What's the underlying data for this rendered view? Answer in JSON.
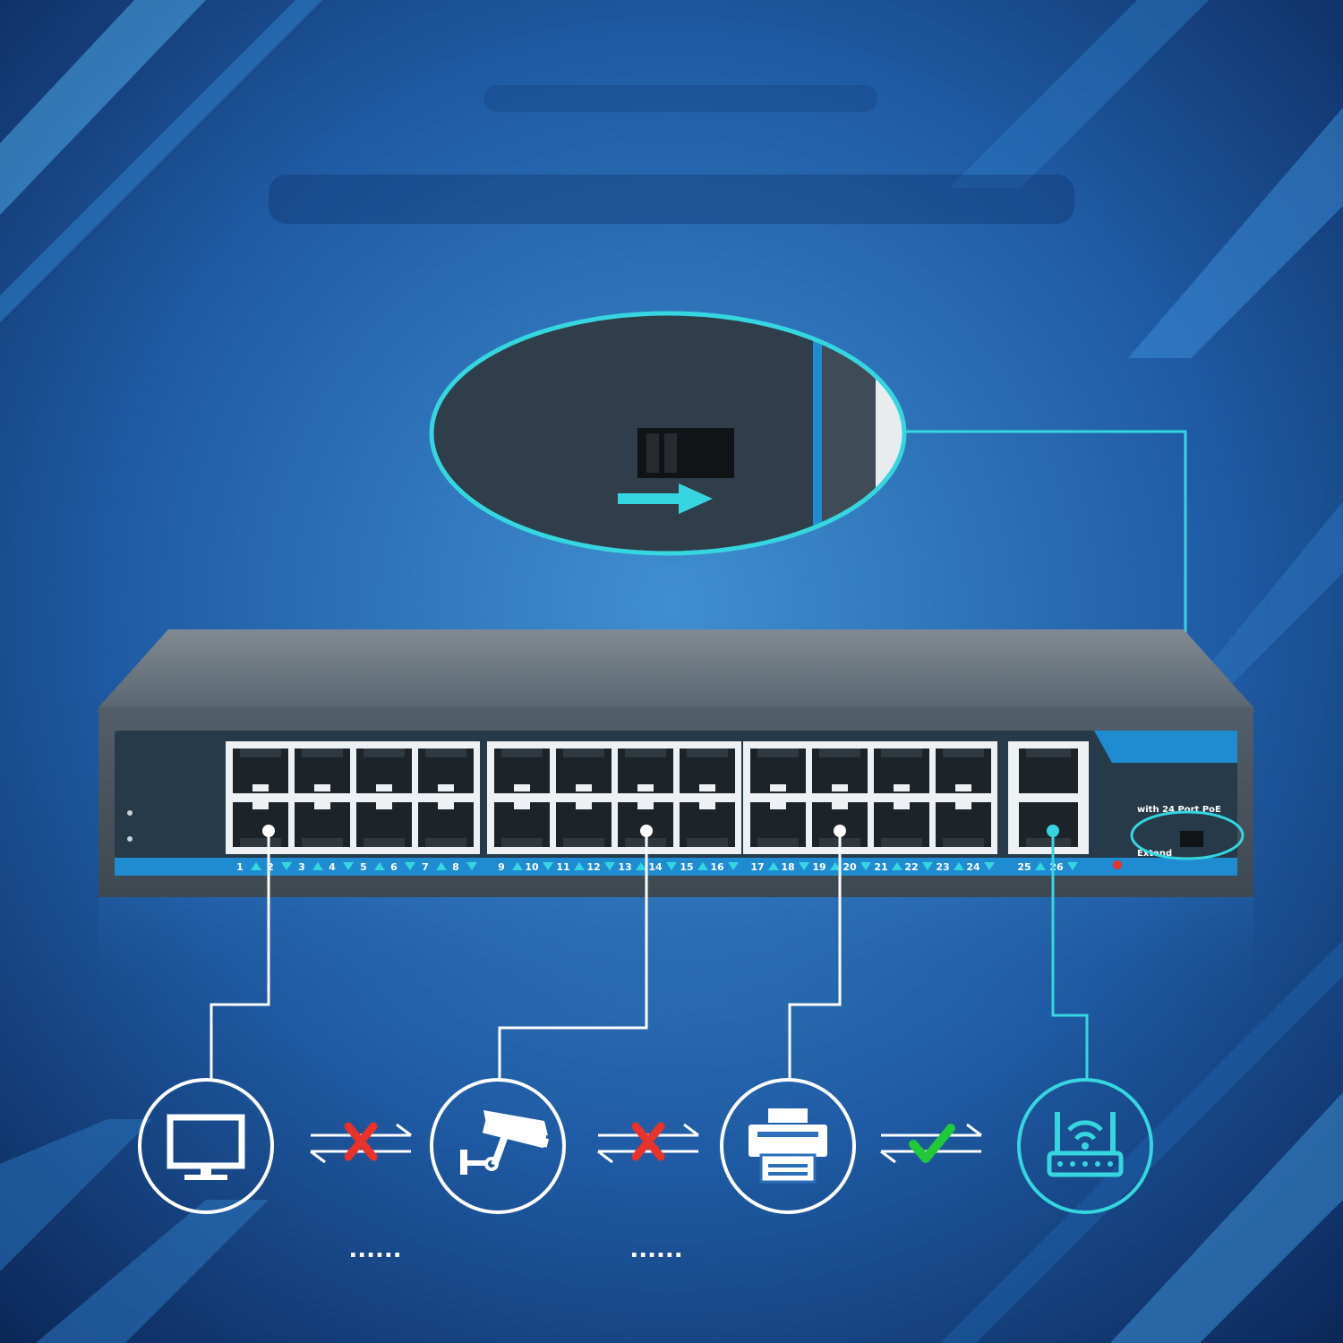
{
  "colors": {
    "bg_center": "#3c86c6",
    "bg_edge": "#0d2a5c",
    "accent": "#36d6e0",
    "switch_body": "#5a6670",
    "port_panel": "#1f8bd0",
    "cross": "#e8322a",
    "check": "#21c93a",
    "white": "#ffffff"
  },
  "switch": {
    "brand_text": "with 24 Port PoE",
    "mode_label": "Extend",
    "port_labels": [
      "1",
      "2",
      "3",
      "4",
      "5",
      "6",
      "7",
      "8",
      "9",
      "10",
      "11",
      "12",
      "13",
      "14",
      "15",
      "16",
      "17",
      "18",
      "19",
      "20",
      "21",
      "22",
      "23",
      "24",
      "25",
      "26"
    ]
  },
  "devices": [
    {
      "name": "monitor-icon",
      "link": "blocked"
    },
    {
      "name": "camera-icon",
      "link": "blocked"
    },
    {
      "name": "printer-icon",
      "link": "allowed"
    },
    {
      "name": "router-icon"
    }
  ],
  "links_between": [
    {
      "status": "blocked",
      "icon": "cross-icon"
    },
    {
      "status": "blocked",
      "icon": "cross-icon"
    },
    {
      "status": "allowed",
      "icon": "check-icon"
    }
  ],
  "ellipsis": [
    "......",
    "......"
  ]
}
